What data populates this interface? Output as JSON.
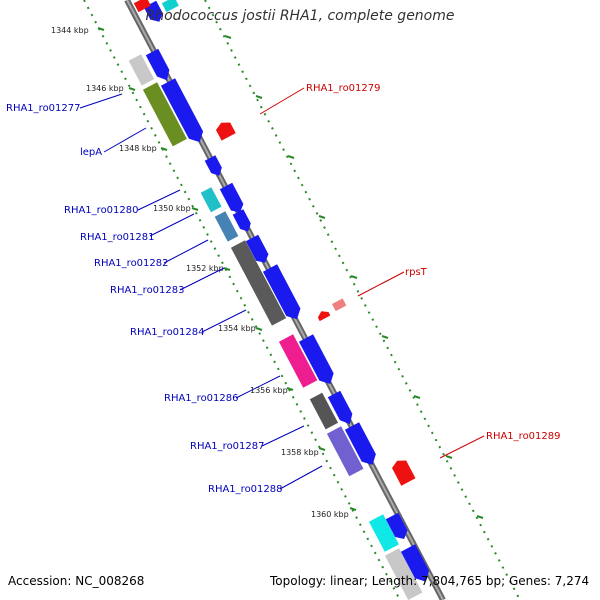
{
  "title": "Rhodococcus jostii RHA1, complete genome",
  "accession_text": "Accession: NC_008268",
  "topology_text": "Topology: linear; Length: 7,804,765 bp; Genes: 7,274",
  "colors": {
    "backbone": "#8a8a8a",
    "tick": "#2a8a2a",
    "label_forward": "#0000bb",
    "label_reverse": "#cc0000",
    "blue": "#1a1aee",
    "red": "#ee1111"
  },
  "ruler": {
    "unit": "kbp",
    "ticks": [
      {
        "label": "1344 kbp"
      },
      {
        "label": "1346 kbp"
      },
      {
        "label": "1348 kbp"
      },
      {
        "label": "1350 kbp"
      },
      {
        "label": "1352 kbp"
      },
      {
        "label": "1354 kbp"
      },
      {
        "label": "1356 kbp"
      },
      {
        "label": "1358 kbp"
      },
      {
        "label": "1360 kbp"
      }
    ]
  },
  "genes_forward": [
    {
      "label": "RHA1_ro01277"
    },
    {
      "label": "lepA"
    },
    {
      "label": "RHA1_ro01280"
    },
    {
      "label": "RHA1_ro01281"
    },
    {
      "label": "RHA1_ro01282"
    },
    {
      "label": "RHA1_ro01283"
    },
    {
      "label": "RHA1_ro01284"
    },
    {
      "label": "RHA1_ro01286"
    },
    {
      "label": "RHA1_ro01287"
    },
    {
      "label": "RHA1_ro01288"
    }
  ],
  "genes_reverse": [
    {
      "label": "RHA1_ro01279"
    },
    {
      "label": "rpsT"
    },
    {
      "label": "RHA1_ro01289"
    }
  ]
}
